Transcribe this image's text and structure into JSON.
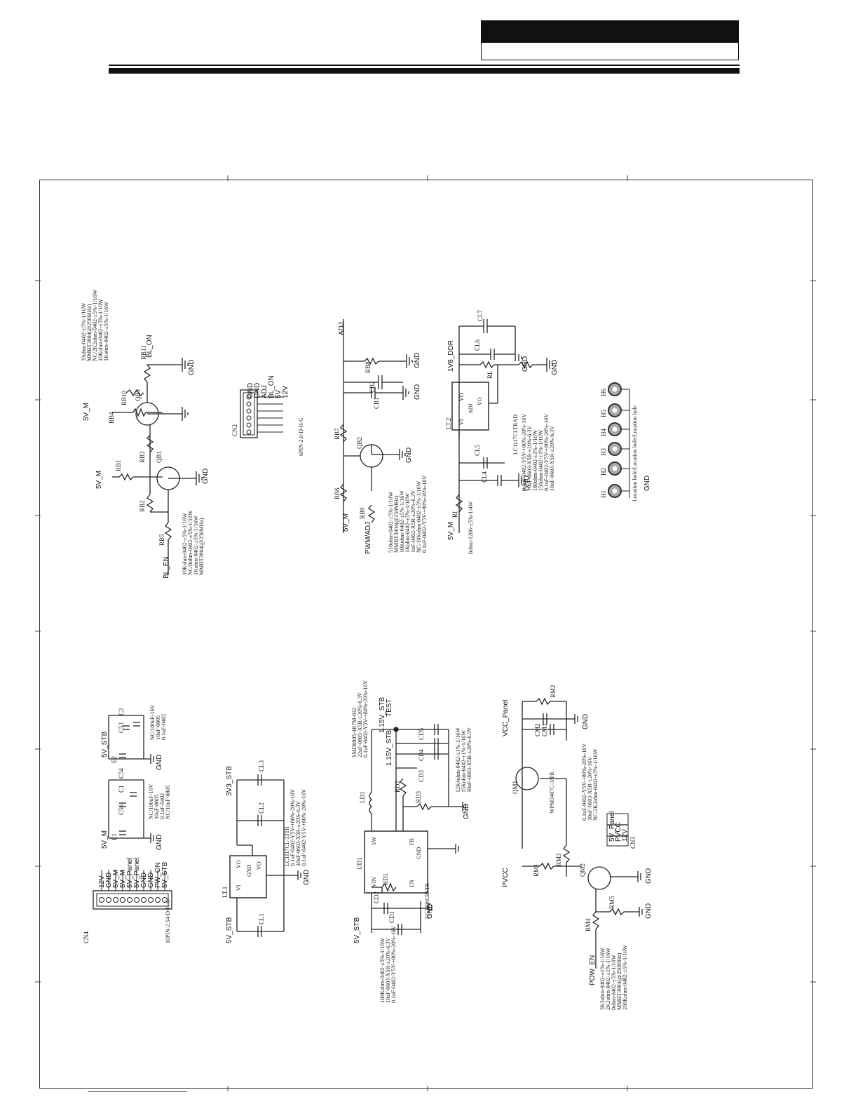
{
  "header": {
    "black_bar_text": "",
    "box_text": ""
  },
  "blocks": {
    "backlight": {
      "values": [
        "33ohm-0402-±5%-1/16W",
        "MMBT3904(@250MHz)",
        "NC/2K2ohm-0402-±5%-1/16W",
        "10Kohm-0402-±5%-1/16W",
        "1Kohm-0402-±5%-1/16W"
      ],
      "values2": [
        "10Kohm-0402-±5%-1/16W",
        "NC/0ohm-0402-±5%-1/16W",
        "1Kohm-0402-±5%-1/16W",
        "MMBT3904(@250MHz)"
      ],
      "refs": [
        "RB11",
        "RB10",
        "QB3",
        "RB4",
        "RB1",
        "RB3",
        "QB1",
        "RB2",
        "RB5"
      ],
      "nets": [
        "5V_M",
        "BL_ON",
        "GND",
        "5V_M",
        "GND",
        "BL_EN"
      ]
    },
    "cn2": {
      "ref": "CN2",
      "part": "6PIN-2.0-D-H-G",
      "pins": [
        "GND",
        "GND",
        "ADJ",
        "BL_ON",
        "5V",
        "12V"
      ]
    },
    "adj": {
      "nets": [
        "ADJ",
        "GND",
        "GND",
        "GND",
        "5V_M",
        "PWM/ADJ"
      ],
      "refs": [
        "RB8",
        "CB2",
        "CB1",
        "RB7",
        "QB2",
        "RB6",
        "RB9"
      ],
      "values": [
        "510ohm-0402-±5%-1/16W",
        "MMBT3904(@250MHz)",
        "10Kohm-0402-±5%-1/16W",
        "1Kohm-0402-±5%-1/16W",
        "1uF-0402-X5R-±20%-6.3V",
        "NC/10Kohm-0402-±5%-1/16W",
        "0.1uF-0402-Y5V-+80%-20%-16V"
      ]
    },
    "ldo_ddr": {
      "nets": [
        "1V8_DDR",
        "GND",
        "GND",
        "GND",
        "5V_M"
      ],
      "refs": [
        "CL7",
        "CL6",
        "RL",
        "LT.2",
        "CL5",
        "CL4",
        "RI"
      ],
      "part": "LC1117CLTRAD",
      "pins": [
        "VI",
        "VO",
        "VO",
        "ADJ"
      ],
      "values": [
        "0.1uF-0402-Y5V-+80%-20%-16V",
        "10uF-0603-X5R-±20%-6.3V",
        "180ohm-0402-±1%-1/16W",
        "150ohm-0402-±1%-1/16W",
        "0.1uF-0402-Y5V-+80%-20%-16V",
        "10uF-0603-X5R-±20%-6.3V"
      ],
      "r_value": "0ohm-1206-±5%-1/4W"
    },
    "holes": {
      "refs": [
        "H1",
        "H2",
        "H3",
        "H4",
        "H5",
        "H6"
      ],
      "caption": "Location hole/Location hole/Location hole",
      "net": "GND"
    },
    "cn4": {
      "ref": "CN4",
      "part": "10PIN-2.54-D-H-G",
      "pins": [
        "12V",
        "GND",
        "5V_M",
        "5V_M",
        "5V_Panel",
        "5V_Panel",
        "GND",
        "GND",
        "PW_ON",
        "5V_STB"
      ]
    },
    "input_caps": {
      "refs": [
        "C56",
        "C1",
        "C54",
        "C53",
        "C2",
        "E1",
        "E2"
      ],
      "nets": [
        "5V_M",
        "5V_STB",
        "GND",
        "GND"
      ],
      "values": [
        "NC/100uF-16V",
        "10uF-0805",
        "0.1uF-0402",
        "NC/10uF-0805"
      ],
      "values2": [
        "NC/100uF-16V",
        "10uF-0805",
        "0.1uF-0402"
      ]
    },
    "ldo_3v3": {
      "nets": [
        "3V3_STB",
        "5V_STB",
        "GND"
      ],
      "refs": [
        "CL3",
        "CL2",
        "LT.1",
        "CL1"
      ],
      "part": "LC1117CL-33TR",
      "pins": [
        "VI",
        "VO",
        "VO",
        "GND"
      ],
      "values": [
        "0.1uF-0402-Y5V-+80%-20%-16V",
        "10uF-0603-X5R-±20%-6.3V",
        "0.1uF-0402-Y5V-+80%-20%-16V"
      ]
    },
    "buck": {
      "nets": [
        "1.15V_STB",
        "TEST",
        "1.15V_STB",
        "GND",
        "GND",
        "5V_STB"
      ],
      "refs": [
        "LD1",
        "RD2",
        "RD3",
        "CD5",
        "CD4",
        "CD3",
        "UD1",
        "RD1",
        "CD2",
        "CD1"
      ],
      "part": "LC3406CB5TR",
      "pins": [
        "SW",
        "FB",
        "VIN",
        "EN",
        "GND"
      ],
      "top_values": [
        "SMD0805-4R7M-032",
        "22uF-0805-X5R-±20%-6.3V",
        "0.1uF-0402-Y5V-+80%-20%-16V"
      ],
      "values": [
        "12K4ohm-0402-±1%-1/16W",
        "15Kohm-0402-±1%-1/16W",
        "10uF-0603-X5R-±20%-6.3V"
      ],
      "bot_values": [
        "100Kohm-0402-±5%-1/16W",
        "10uF-0603-X5R-±20%-6.3V",
        "0.1uF-0402-Y5V-+80%-20%-16V"
      ]
    },
    "panel_power": {
      "nets": [
        "VCC_Panel",
        "GND",
        "PVCC",
        "POW_EN",
        "GND",
        "GND"
      ],
      "refs": [
        "RM2",
        "CM2",
        "CM1",
        "QM1",
        "RM1",
        "RM3",
        "QM2",
        "RM5",
        "RM4"
      ],
      "qm1_part": "WPM3407C-3/TR",
      "values": [
        "0.1uF-0402-Y5V-+80%-20%-16V",
        "10uF-0603-X5R-±20%-16V",
        "NC/2K2ohm-0402-±5%-1/16W"
      ],
      "bot_values": [
        "3K3ohm-0402-±1%-1/16W",
        "2K2ohm-0402-±1%-1/16W",
        "0ohm-0402-±5%-1/16W",
        "MMBT3904(@250MHz)",
        "200Kohm-0402-±5%-1/16W"
      ],
      "cn3": {
        "ref": "CN3",
        "pins": [
          "5V_Panel",
          "PVCC",
          "12V"
        ]
      }
    }
  }
}
